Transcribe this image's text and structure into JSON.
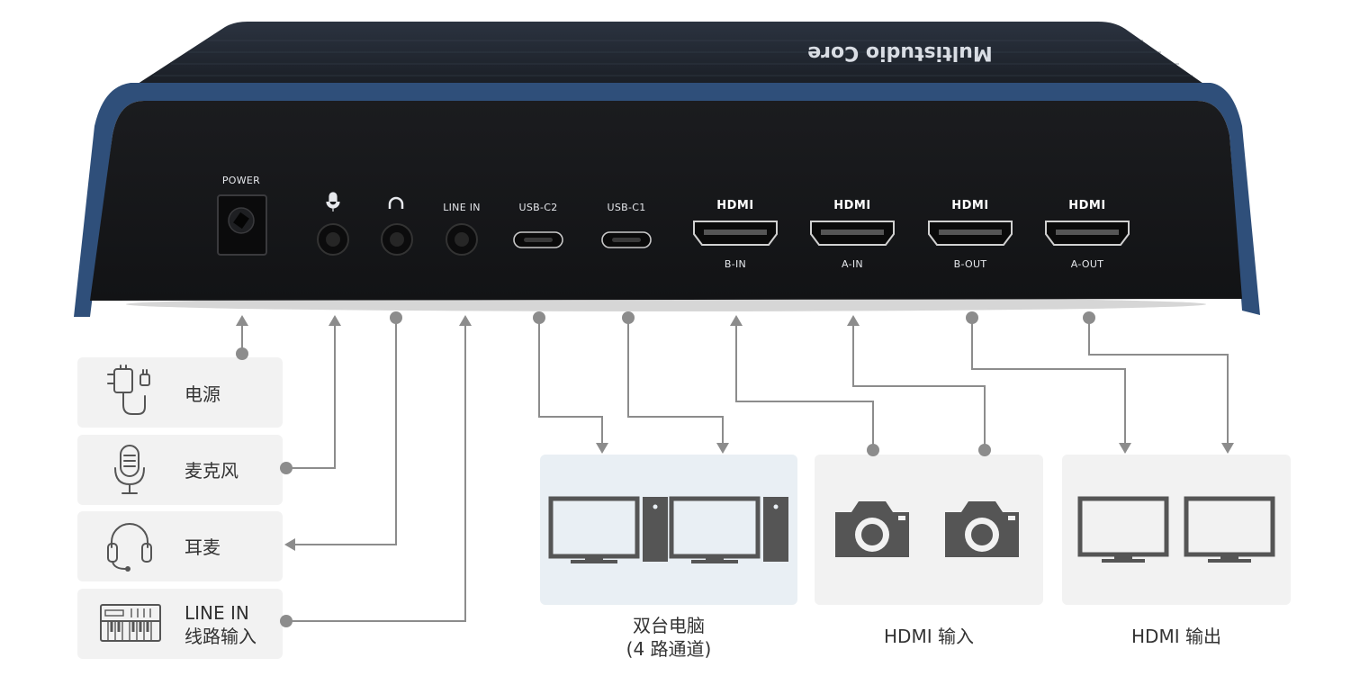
{
  "device": {
    "brand": "Multistudio Core",
    "ports": {
      "power": "POWER",
      "line_in": "LINE IN",
      "usb_c2": "USB-C2",
      "usb_c1": "USB-C1",
      "hdmi_logo": "HDMI",
      "b_in": "B-IN",
      "a_in": "A-IN",
      "b_out": "B-OUT",
      "a_out": "A-OUT"
    }
  },
  "panels": {
    "power": "电源",
    "mic": "麦克风",
    "headset": "耳麦",
    "line_in_en": "LINE IN",
    "line_in_cn": "线路输入"
  },
  "groups": {
    "pcs_line1": "双台电脑",
    "pcs_line2": "(4 路通道)",
    "hdmi_in": "HDMI 输入",
    "hdmi_out": "HDMI 输出"
  },
  "colors": {
    "body": "#1c1e22",
    "trim": "#2f4f7a",
    "panel_bg": "#f2f2f2",
    "pc_panel_bg": "#e9eff4",
    "connector": "#8c8c8c",
    "icon": "#555555"
  }
}
